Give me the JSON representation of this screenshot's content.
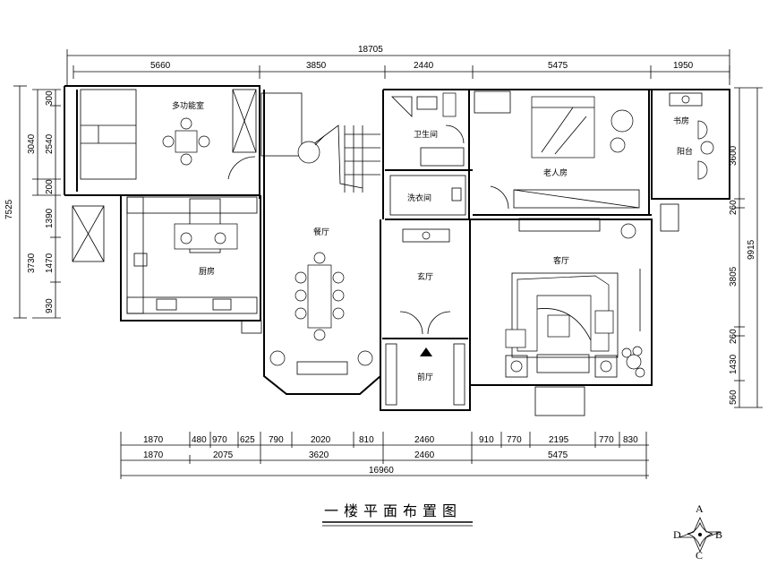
{
  "title": "一楼平面布置图",
  "dims": {
    "top_total": "18705",
    "top": [
      "5660",
      "3850",
      "2440",
      "5475",
      "1950"
    ],
    "left_outer": "7525",
    "left_inner": [
      "300",
      "2540",
      "3040",
      "200",
      "1390",
      "3730",
      "1470",
      "930"
    ],
    "right": [
      "3600",
      "260",
      "3805",
      "9915",
      "260",
      "1430",
      "560"
    ],
    "bottom_row1": [
      "1870",
      "480",
      "970",
      "625",
      "790",
      "2020",
      "810",
      "2460",
      "910",
      "770",
      "2195",
      "770",
      "830"
    ],
    "bottom_row2": [
      "1870",
      "2075",
      "3620",
      "2460",
      "5475"
    ],
    "bottom_total": "16960"
  },
  "rooms": {
    "multi": "多功能室",
    "kitchen": "厨房",
    "dining": "餐厅",
    "bath": "卫生间",
    "laundry": "洗衣间",
    "elder": "老人房",
    "study": "书房",
    "balcony": "阳台",
    "hall": "玄厅",
    "living": "客厅",
    "entry": "前厅"
  },
  "compass": {
    "n": "A",
    "e": "B",
    "s": "C",
    "w": "D"
  }
}
